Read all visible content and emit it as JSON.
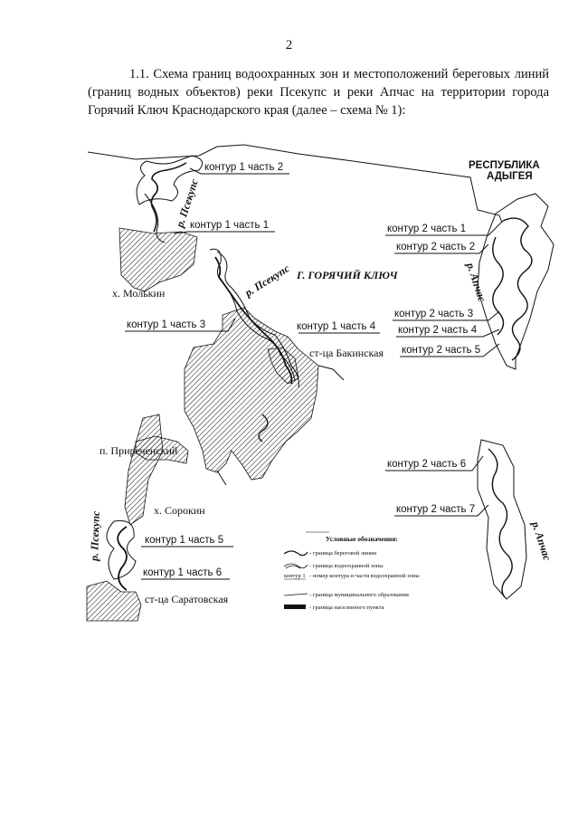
{
  "page": {
    "number": "2",
    "intro": "1.1. Схема границ водоохранных зон и местоположений береговых линий (границ водных объектов) реки Псекупс и реки Апчас на территории города Горячий Ключ Краснодарского края (далее – схема № 1):"
  },
  "map": {
    "region_label_1": "РЕСПУБЛИКА",
    "region_label_2": "АДЫГЕЯ",
    "city_label": "Г. ГОРЯЧИЙ КЛЮЧ",
    "rivers": {
      "psekups_1": "р. Псекупс",
      "psekups_2": "р. Псекупс",
      "psekups_3": "р. Псекупс",
      "apchas_1": "р. Апчас",
      "apchas_2": "р. Апчас"
    },
    "settlements": {
      "molkin": "х. Молькин",
      "bakinskaya": "ст-ца Бакинская",
      "pricherednyi": "п. Приреченский",
      "sorokin": "х. Сорокин",
      "saratovskaya": "ст-ца Саратовская"
    },
    "contours": {
      "c1p1": "контур 1 часть 1",
      "c1p2": "контур 1 часть 2",
      "c1p3": "контур 1 часть 3",
      "c1p4": "контур 1 часть 4",
      "c1p5": "контур 1 часть 5",
      "c1p6": "контур 1 часть 6",
      "c2p1": "контур 2 часть 1",
      "c2p2": "контур 2 часть 2",
      "c2p3": "контур 2 часть 3",
      "c2p4": "контур 2 часть 4",
      "c2p5": "контур 2 часть 5",
      "c2p6": "контур 2 часть 6",
      "c2p7": "контур 2 часть 7"
    }
  },
  "legend": {
    "title": "Условные обозначения:",
    "items": [
      "- граница береговой линии",
      "- граница водоохранной зоны",
      "- номер контура и части водоохранной зоны",
      "- граница муниципального образования",
      "- граница населенного пункта"
    ],
    "sample_label": "контур 1"
  },
  "colors": {
    "ink": "#111111",
    "paper": "#ffffff"
  }
}
